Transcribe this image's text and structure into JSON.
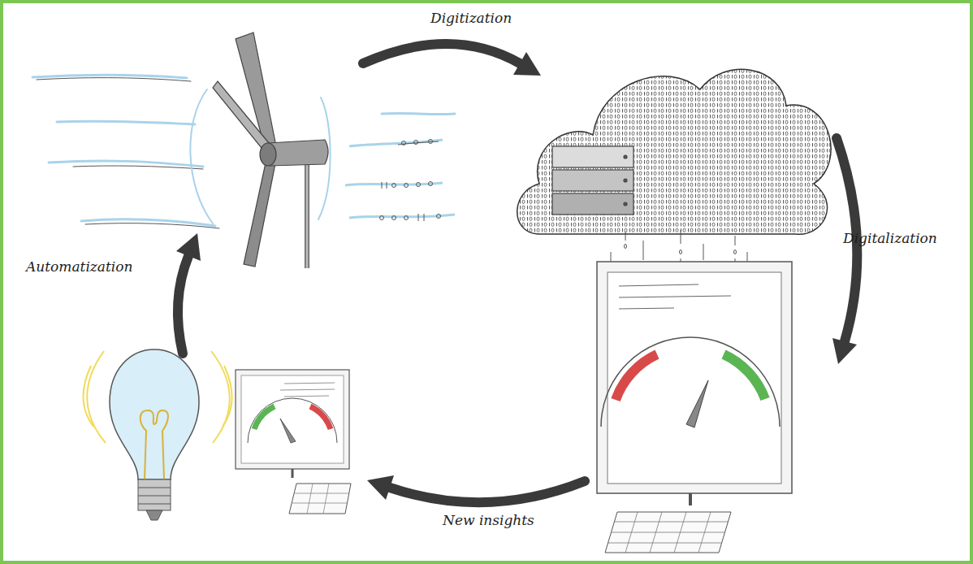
{
  "diagram": {
    "labels": [
      "Digitization",
      "Digitalization",
      "New insights",
      "Automatization"
    ]
  }
}
